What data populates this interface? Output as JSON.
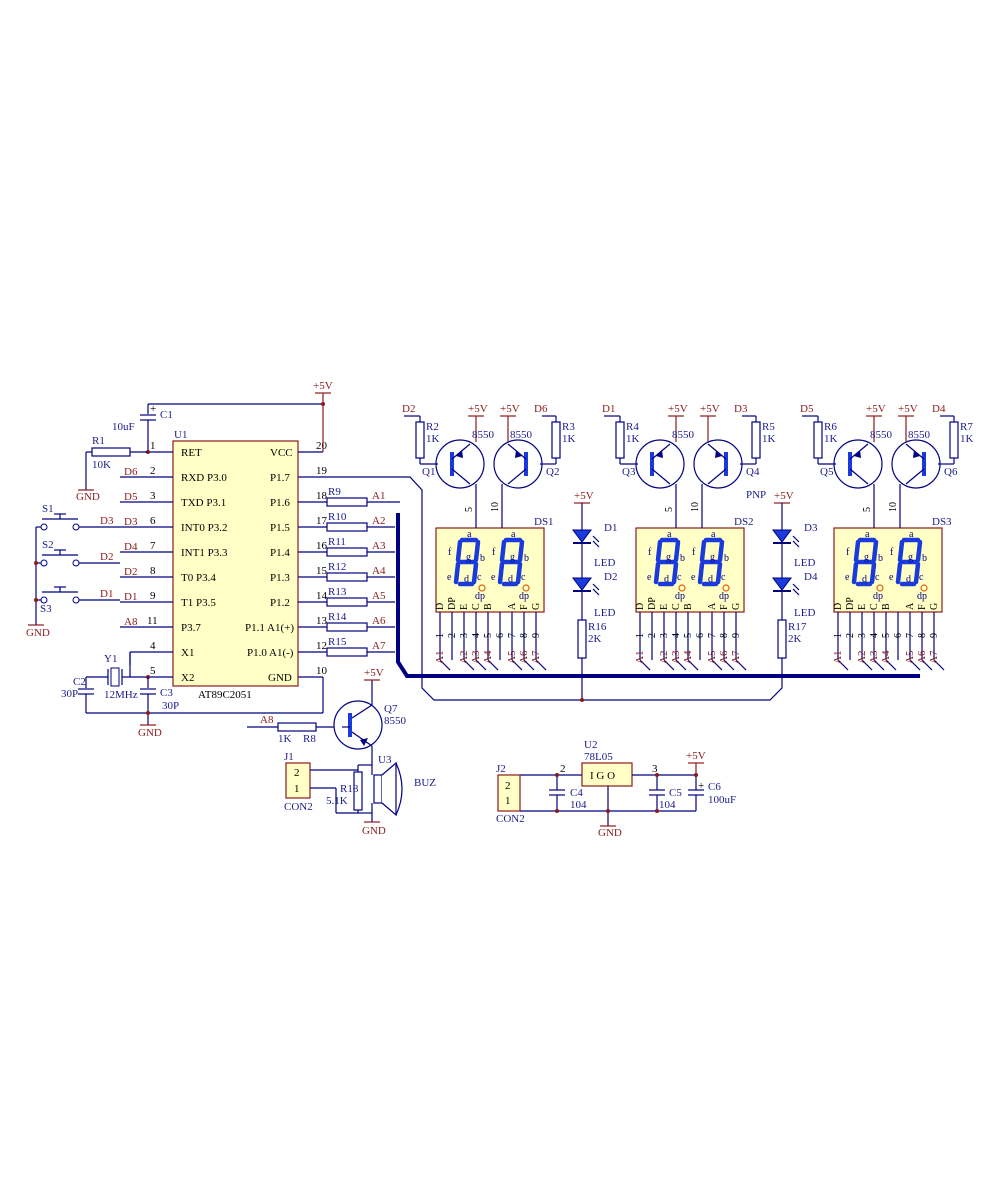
{
  "power": {
    "vcc": "+5V",
    "gnd": "GND"
  },
  "mcu": {
    "ref": "U1",
    "part": "AT89C2051",
    "left_pins": [
      {
        "num": "1",
        "name": "RET",
        "net": ""
      },
      {
        "num": "2",
        "name": "RXD P3.0",
        "net": "D6"
      },
      {
        "num": "3",
        "name": "TXD P3.1",
        "net": "D5"
      },
      {
        "num": "6",
        "name": "INT0 P3.2",
        "net": "D3"
      },
      {
        "num": "7",
        "name": "INT1 P3.3",
        "net": "D4"
      },
      {
        "num": "8",
        "name": "T0 P3.4",
        "net": "D2"
      },
      {
        "num": "9",
        "name": "T1 P3.5",
        "net": "D1"
      },
      {
        "num": "11",
        "name": "P3.7",
        "net": "A8"
      },
      {
        "num": "4",
        "name": "X1",
        "net": ""
      },
      {
        "num": "5",
        "name": "X2",
        "net": ""
      }
    ],
    "right_pins": [
      {
        "num": "20",
        "name": "VCC",
        "res": "",
        "net": ""
      },
      {
        "num": "19",
        "name": "P1.7",
        "res": "",
        "net": ""
      },
      {
        "num": "18",
        "name": "P1.6",
        "res": "R9",
        "net": "A1"
      },
      {
        "num": "17",
        "name": "P1.5",
        "res": "R10",
        "net": "A2"
      },
      {
        "num": "16",
        "name": "P1.4",
        "res": "R11",
        "net": "A3"
      },
      {
        "num": "15",
        "name": "P1.3",
        "res": "R12",
        "net": "A4"
      },
      {
        "num": "14",
        "name": "P1.2",
        "res": "R13",
        "net": "A5"
      },
      {
        "num": "13",
        "name": "P1.1 A1(+)",
        "res": "R14",
        "net": "A6"
      },
      {
        "num": "12",
        "name": "P1.0 A1(-)",
        "res": "R15",
        "net": "A7"
      },
      {
        "num": "10",
        "name": "GND",
        "res": "",
        "net": ""
      }
    ]
  },
  "reset": {
    "cap_ref": "C1",
    "cap_val": "10uF",
    "res_ref": "R1",
    "res_val": "10K"
  },
  "switches": [
    {
      "ref": "S1",
      "net": "D3"
    },
    {
      "ref": "S2",
      "net": "D2"
    },
    {
      "ref": "S3",
      "net": "D1"
    }
  ],
  "crystal": {
    "ref": "Y1",
    "val": "12MHz",
    "c2_ref": "C2",
    "c2_val": "30P",
    "c3_ref": "C3",
    "c3_val": "30P"
  },
  "drivers": [
    {
      "ref": "Q1",
      "type": "8550",
      "base_res": "R2",
      "res_val": "1K",
      "base_net": "D2",
      "pin": "5"
    },
    {
      "ref": "Q2",
      "type": "8550",
      "base_res": "R3",
      "res_val": "1K",
      "base_net": "D6",
      "pin": "10"
    },
    {
      "ref": "Q3",
      "type": "8550",
      "base_res": "R4",
      "res_val": "1K",
      "base_net": "D1",
      "pin": "5"
    },
    {
      "ref": "Q4",
      "type": "",
      "base_res": "R5",
      "res_val": "1K",
      "base_net": "D3",
      "pin": "10"
    },
    {
      "ref": "Q5",
      "type": "8550",
      "base_res": "R6",
      "res_val": "1K",
      "base_net": "D5",
      "pin": "5"
    },
    {
      "ref": "Q6",
      "type": "8550",
      "base_res": "R7",
      "res_val": "1K",
      "base_net": "D4",
      "pin": "10"
    }
  ],
  "pnp_note": "PNP",
  "displays": [
    {
      "ref": "DS1",
      "bottom_pins": [
        "D",
        "DP",
        "E",
        "C",
        "B",
        "A",
        "F",
        "G"
      ],
      "pin_nums": [
        "1",
        "2",
        "3",
        "4",
        "5",
        "6",
        "7",
        "8",
        "9"
      ],
      "nets": [
        "A1",
        "A2",
        "A3",
        "A4",
        "A5",
        "A6",
        "A7"
      ]
    },
    {
      "ref": "DS2",
      "bottom_pins": [
        "D",
        "DP",
        "E",
        "C",
        "B",
        "A",
        "F",
        "G"
      ],
      "pin_nums": [
        "1",
        "2",
        "3",
        "4",
        "5",
        "6",
        "7",
        "8",
        "9"
      ],
      "nets": [
        "A1",
        "A2",
        "A3",
        "A4",
        "A5",
        "A6",
        "A7"
      ]
    },
    {
      "ref": "DS3",
      "bottom_pins": [
        "D",
        "DP",
        "E",
        "C",
        "B",
        "A",
        "F",
        "G"
      ],
      "pin_nums": [
        "1",
        "2",
        "3",
        "4",
        "5",
        "6",
        "7",
        "8",
        "9"
      ],
      "nets": [
        "A1",
        "A2",
        "A3",
        "A4",
        "A5",
        "A6",
        "A7"
      ]
    }
  ],
  "segment_letters": [
    "a",
    "b",
    "c",
    "d",
    "e",
    "f",
    "g",
    "dp"
  ],
  "leds": [
    {
      "d_top": "D1",
      "d_bot": "D2",
      "label": "LED",
      "res": "R16",
      "res_val": "2K"
    },
    {
      "d_top": "D3",
      "d_bot": "D4",
      "label": "LED",
      "res": "R17",
      "res_val": "2K"
    }
  ],
  "buzzer": {
    "q_ref": "Q7",
    "q_type": "8550",
    "res_ref": "R8",
    "res_val": "1K",
    "net": "A8",
    "buz": "BUZ",
    "u_ref": "U3"
  },
  "connector1": {
    "ref": "J1",
    "type": "CON2",
    "pins": [
      "2",
      "1"
    ],
    "res_ref": "R18",
    "res_val": "5.1K"
  },
  "regulator": {
    "ref": "U2",
    "part": "78L05",
    "body": "I G O",
    "pin_in": "2",
    "pin_out": "3",
    "j_ref": "J2",
    "j_type": "CON2",
    "j_pins": [
      "2",
      "1"
    ],
    "c4_ref": "C4",
    "c4_val": "104",
    "c5_ref": "C5",
    "c5_val": "104",
    "c6_ref": "C6",
    "c6_val": "100uF"
  },
  "colors": {
    "wire": "#000080",
    "component_fill": "#ffffc6",
    "component_border": "#8b1a1a",
    "segment": "#1a3adb",
    "net_label": "#8b1a1a"
  }
}
